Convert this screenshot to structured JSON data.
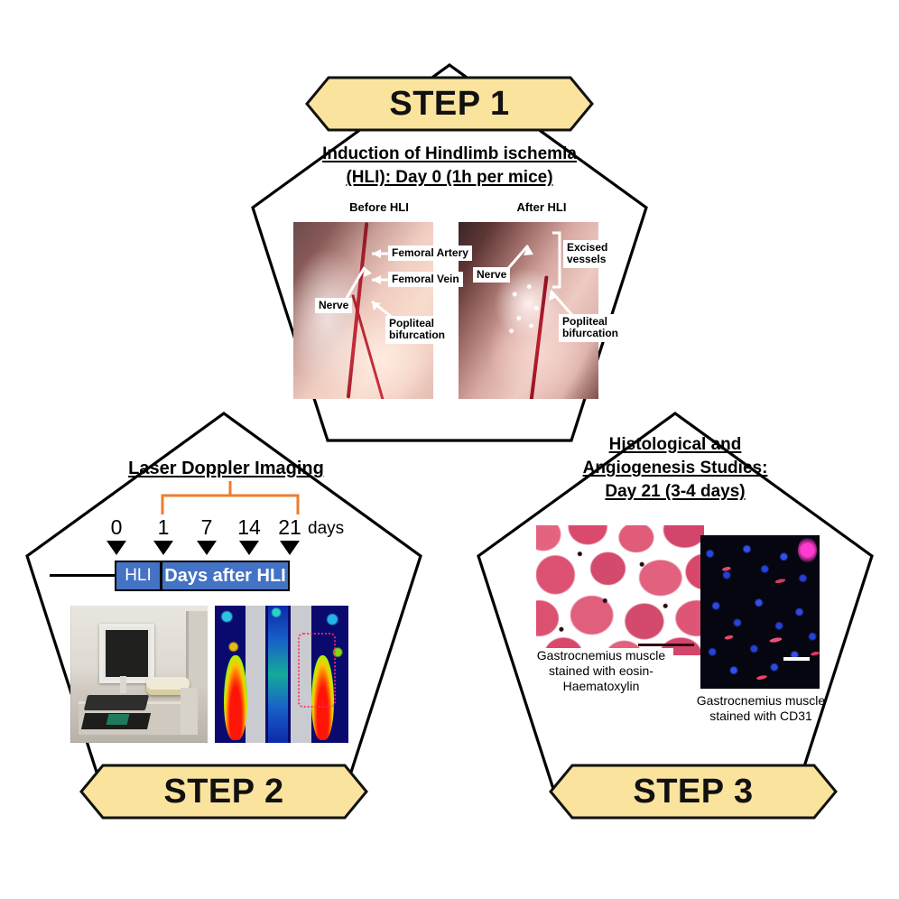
{
  "figure": {
    "type": "experimental-workflow-diagram",
    "shape": "three-pentagons",
    "colors": {
      "banner_fill": "#FAE39C",
      "banner_stroke": "#000000",
      "pentagon_stroke": "#000000",
      "timeline_bar": "#4472C4",
      "bracket": "#ED7D31",
      "background": "#FFFFFF"
    }
  },
  "steps": [
    {
      "banner": "STEP 1",
      "title_lines": [
        "Induction of Hindlimb ischemia",
        "(HLI): Day 0 (1h per mice)"
      ],
      "panels": [
        {
          "label": "Before HLI",
          "callouts": [
            {
              "name": "femoral-artery",
              "text": "Femoral Artery"
            },
            {
              "name": "femoral-vein",
              "text": "Femoral Vein"
            },
            {
              "name": "nerve",
              "text": "Nerve"
            },
            {
              "name": "popliteal-bifurcation",
              "text": "Popliteal\nbifurcation"
            }
          ]
        },
        {
          "label": "After HLI",
          "callouts": [
            {
              "name": "nerve",
              "text": "Nerve"
            },
            {
              "name": "excised-vessels",
              "text": "Excised\nvessels"
            },
            {
              "name": "popliteal-bifurcation",
              "text": "Popliteal\nbifurcation"
            }
          ]
        }
      ]
    },
    {
      "banner": "STEP 2",
      "title_lines": [
        "Laser Doppler Imaging"
      ],
      "timeline": {
        "days": [
          "0",
          "1",
          "7",
          "14",
          "21"
        ],
        "unit": "days",
        "bracket_from": "1",
        "bracket_to": "21",
        "bars": [
          {
            "name": "hli-bar",
            "label": "HLI"
          },
          {
            "name": "days-after-hli-bar",
            "label": "Days after HLI"
          }
        ]
      },
      "images": [
        {
          "name": "laser-doppler-equipment-photo"
        },
        {
          "name": "perfusion-heatmap-image"
        }
      ]
    },
    {
      "banner": "STEP 3",
      "title_lines": [
        "Histological and",
        "Angiogenesis Studies:",
        "Day 21 (3-4 days)"
      ],
      "captions": [
        "Gastrocnemius muscle\nstained with eosin-\nHaematoxylin",
        "Gastrocnemius muscle\nstained with CD31"
      ]
    }
  ]
}
